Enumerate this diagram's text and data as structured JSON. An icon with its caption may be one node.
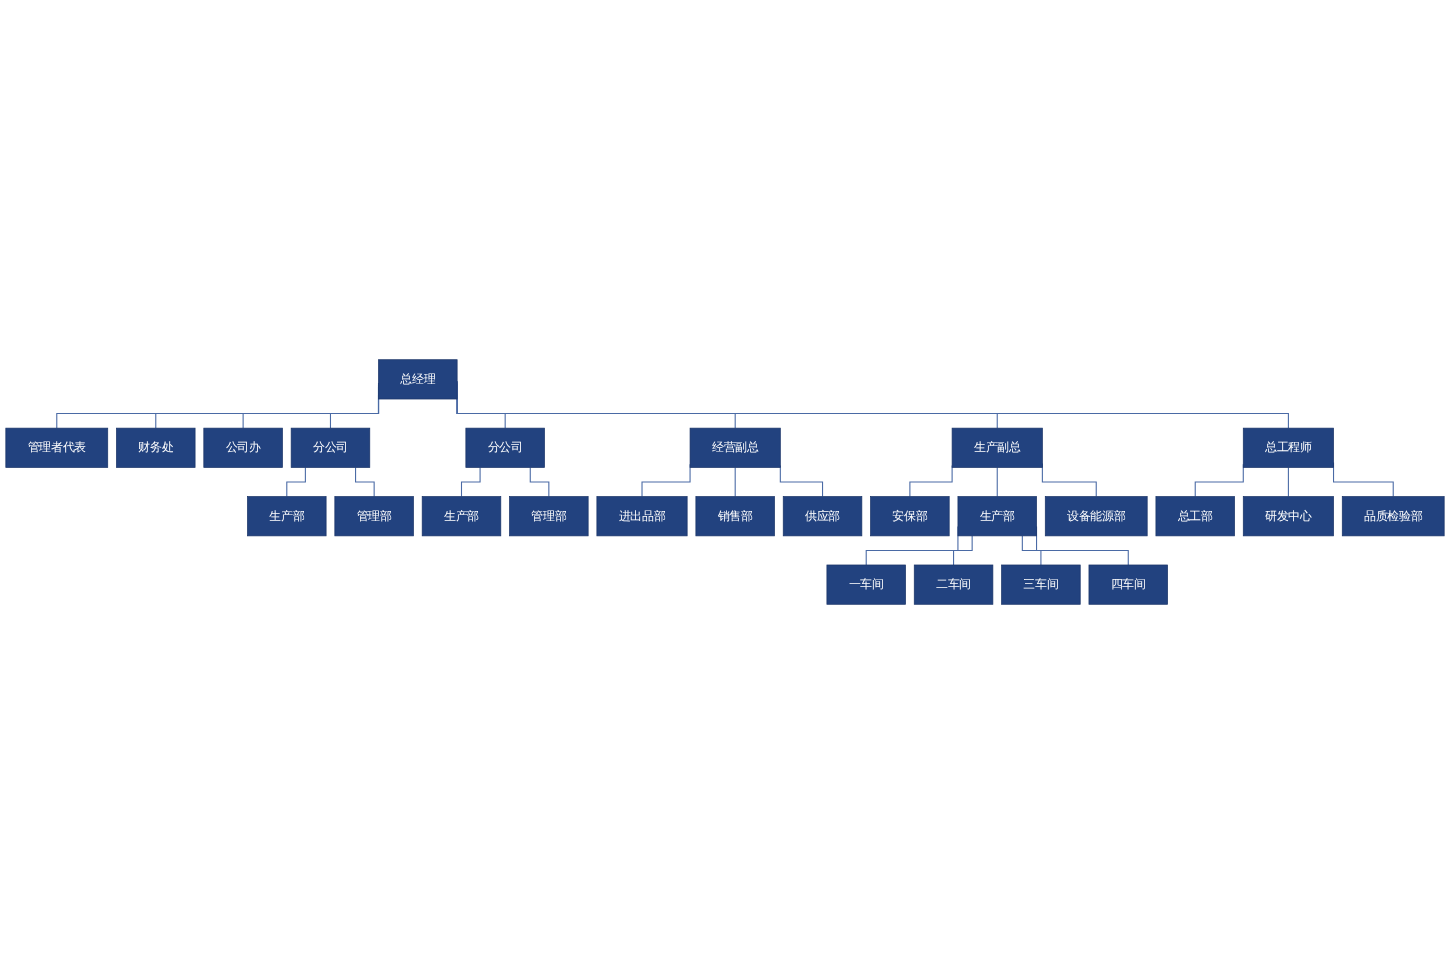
{
  "diagram": {
    "nodes": [
      {
        "text": [
          "总经理"
        ]
      },
      {
        "text": [
          "管理者代表"
        ]
      },
      {
        "text": [
          "财务处"
        ]
      },
      {
        "text": [
          "公司办"
        ]
      },
      {
        "text": [
          "分公司"
        ]
      },
      {
        "text": [
          "分公司"
        ]
      },
      {
        "text": [
          "经营副总"
        ]
      },
      {
        "text": [
          "生产副总"
        ]
      },
      {
        "text": [
          "总工程师"
        ]
      },
      {
        "text": [
          "生产部"
        ]
      },
      {
        "text": [
          "管理部"
        ]
      },
      {
        "text": [
          "生产部"
        ]
      },
      {
        "text": [
          "管理部"
        ]
      },
      {
        "text": [
          "进出品部"
        ]
      },
      {
        "text": [
          "销售部"
        ]
      },
      {
        "text": [
          "供应部"
        ]
      },
      {
        "text": [
          "安保部"
        ]
      },
      {
        "text": [
          "生产部"
        ]
      },
      {
        "text": [
          "设备能源部"
        ]
      },
      {
        "text": [
          "总工部"
        ]
      },
      {
        "text": [
          "研发中心"
        ]
      },
      {
        "text": [
          "品质检验部"
        ]
      },
      {
        "text": [
          "一车间"
        ]
      },
      {
        "text": [
          "二车间"
        ]
      },
      {
        "text": [
          "三车间"
        ]
      },
      {
        "text": [
          "四车间"
        ]
      }
    ],
    "edges": [
      {
        "from": 0,
        "to": 1,
        "arrow": "none"
      },
      {
        "from": 0,
        "to": 2,
        "arrow": "none"
      },
      {
        "from": 0,
        "to": 3,
        "arrow": "none"
      },
      {
        "from": 0,
        "to": 4,
        "arrow": "none"
      },
      {
        "from": 0,
        "to": 5,
        "arrow": "none"
      },
      {
        "from": 0,
        "to": 6,
        "arrow": "none"
      },
      {
        "from": 0,
        "to": 7,
        "arrow": "none"
      },
      {
        "from": 0,
        "to": 8,
        "arrow": "none"
      },
      {
        "from": 4,
        "to": 9,
        "arrow": "none"
      },
      {
        "from": 4,
        "to": 10,
        "arrow": "none"
      },
      {
        "from": 5,
        "to": 11,
        "arrow": "none"
      },
      {
        "from": 5,
        "to": 12,
        "arrow": "none"
      },
      {
        "from": 6,
        "to": 13,
        "arrow": "none"
      },
      {
        "from": 6,
        "to": 14,
        "arrow": "none"
      },
      {
        "from": 6,
        "to": 15,
        "arrow": "none"
      },
      {
        "from": 7,
        "to": 16,
        "arrow": "none"
      },
      {
        "from": 7,
        "to": 17,
        "arrow": "none"
      },
      {
        "from": 7,
        "to": 18,
        "arrow": "none"
      },
      {
        "from": 8,
        "to": 19,
        "arrow": "none"
      },
      {
        "from": 8,
        "to": 20,
        "arrow": "none"
      },
      {
        "from": 8,
        "to": 21,
        "arrow": "none"
      },
      {
        "from": 17,
        "to": 22,
        "arrow": "none"
      },
      {
        "from": 17,
        "to": 23,
        "arrow": "none"
      },
      {
        "from": 17,
        "to": 24,
        "arrow": "none"
      },
      {
        "from": 17,
        "to": 25,
        "arrow": "none"
      }
    ]
  }
}
